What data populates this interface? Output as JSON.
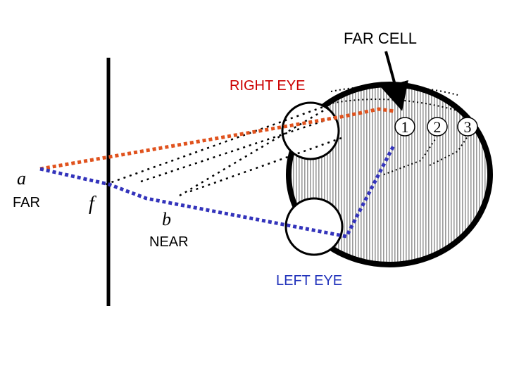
{
  "labels": {
    "far_cell": "FAR CELL",
    "right_eye": "RIGHT EYE",
    "left_eye": "LEFT EYE",
    "point_a": "a",
    "far": "FAR",
    "point_f": "f",
    "point_b": "b",
    "near": "NEAR",
    "cell_1": "1",
    "cell_2": "2",
    "cell_3": "3"
  },
  "colors": {
    "right_eye_label": "#cc0000",
    "left_eye_label": "#2233bb",
    "right_ray": "#e0521d",
    "left_ray": "#3333bb",
    "ink": "#000000"
  }
}
